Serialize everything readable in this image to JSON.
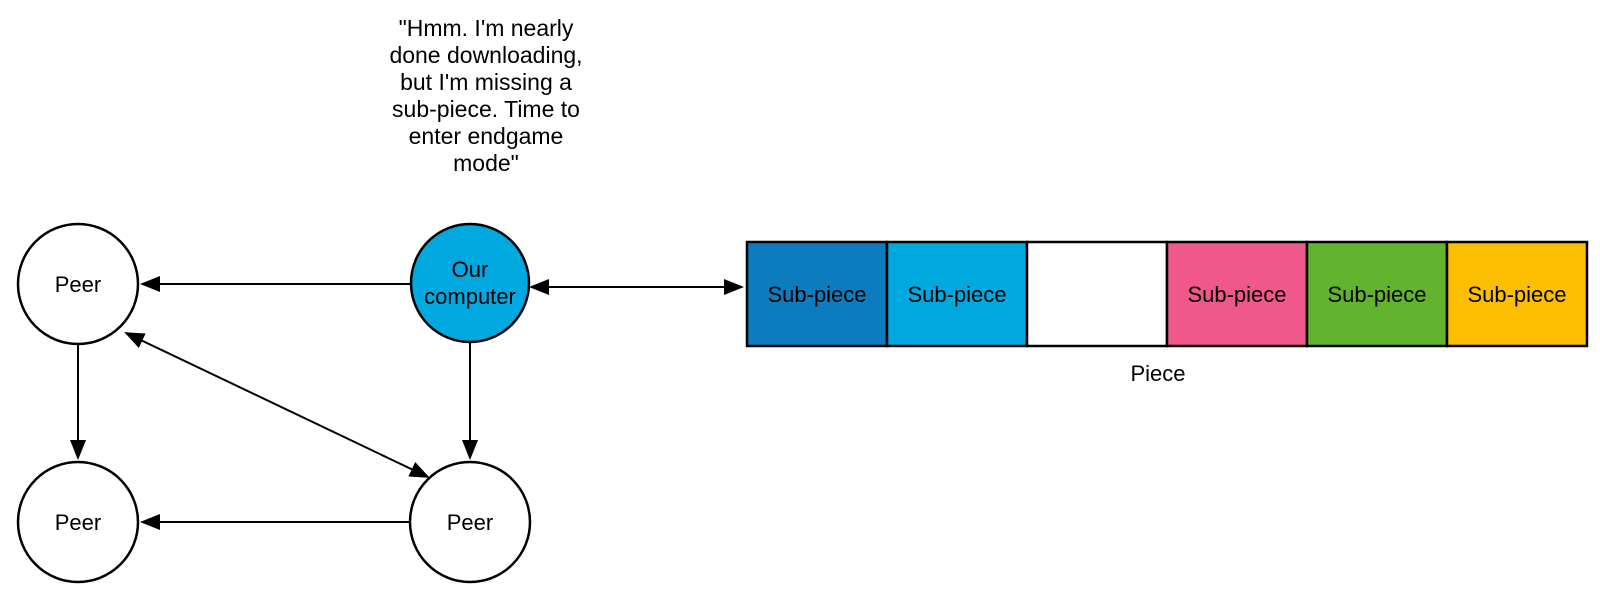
{
  "diagram": {
    "thought": {
      "lines": [
        "\"Hmm. I'm nearly",
        "done downloading,",
        "but I'm missing a",
        "sub-piece. Time to",
        "enter endgame",
        "mode\""
      ]
    },
    "nodes": {
      "our_computer": {
        "label_lines": [
          "Our",
          "computer"
        ],
        "fill": "#00A8E0"
      },
      "peer_top_left": {
        "label": "Peer",
        "fill": "#FFFFFF"
      },
      "peer_bottom_left": {
        "label": "Peer",
        "fill": "#FFFFFF"
      },
      "peer_bottom_right": {
        "label": "Peer",
        "fill": "#FFFFFF"
      }
    },
    "piece_bar": {
      "caption": "Piece",
      "segments": [
        {
          "label": "Sub-piece",
          "color": "#0C7CBF"
        },
        {
          "label": "Sub-piece",
          "color": "#00A8E0"
        },
        {
          "label": "",
          "color": "#FFFFFF"
        },
        {
          "label": "Sub-piece",
          "color": "#F0578A"
        },
        {
          "label": "Sub-piece",
          "color": "#62B32D"
        },
        {
          "label": "Sub-piece",
          "color": "#FCBE00"
        }
      ]
    },
    "stroke_color": "#000000"
  }
}
